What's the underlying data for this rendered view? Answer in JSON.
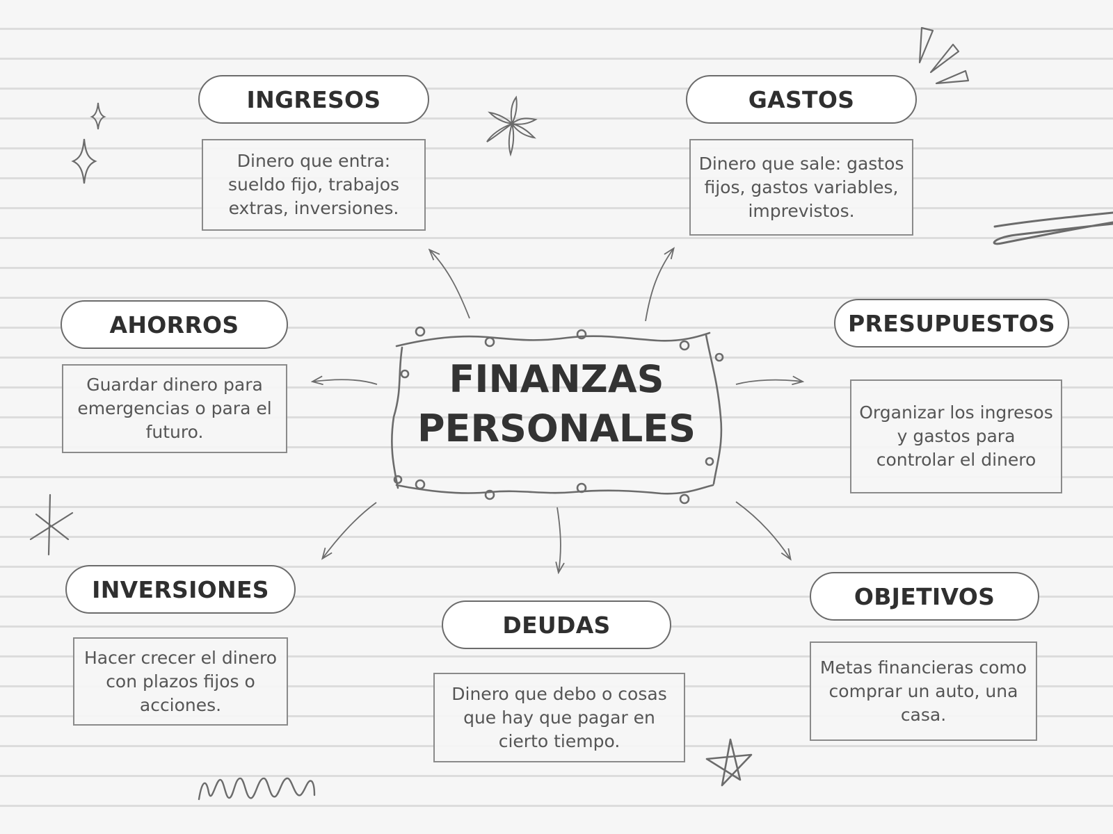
{
  "center": {
    "line1": "FINANZAS",
    "line2": "PERSONALES"
  },
  "nodes": [
    {
      "title": "INGRESOS",
      "text": "Dinero que entra: sueldo fijo, trabajos extras, inversiones."
    },
    {
      "title": "GASTOS",
      "text": "Dinero que sale: gastos fijos, gastos variables, imprevistos."
    },
    {
      "title": "AHORROS",
      "text": "Guardar dinero para emergencias o para el futuro."
    },
    {
      "title": "PRESUPUESTOS",
      "text": "Organizar los ingresos y gastos para controlar el dinero"
    },
    {
      "title": "INVERSIONES",
      "text": "Hacer crecer el dinero con plazos fijos o acciones."
    },
    {
      "title": "DEUDAS",
      "text": "Dinero que debo o cosas que hay que pagar en cierto tiempo."
    },
    {
      "title": "OBJETIVOS",
      "text": "Metas financieras como comprar un auto, una casa."
    }
  ],
  "colors": {
    "ink": "#333333",
    "line": "#6b6b6b",
    "paper": "#f6f6f6",
    "rule": "#dcdcdc"
  }
}
